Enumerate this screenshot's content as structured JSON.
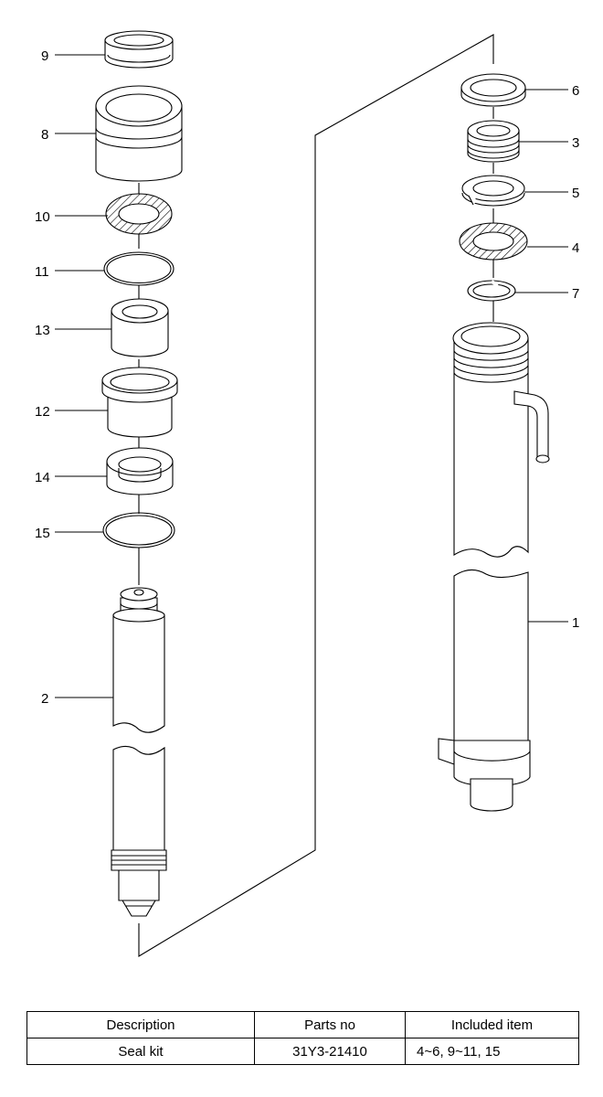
{
  "diagram": {
    "part_labels": {
      "p1": "1",
      "p2": "2",
      "p3": "3",
      "p4": "4",
      "p5": "5",
      "p6": "6",
      "p7": "7",
      "p8": "8",
      "p9": "9",
      "p10": "10",
      "p11": "11",
      "p12": "12",
      "p13": "13",
      "p14": "14",
      "p15": "15"
    }
  },
  "table": {
    "headers": [
      "Description",
      "Parts no",
      "Included item"
    ],
    "rows": [
      [
        "Seal kit",
        "31Y3-21410",
        "4~6, 9~11, 15"
      ]
    ]
  }
}
